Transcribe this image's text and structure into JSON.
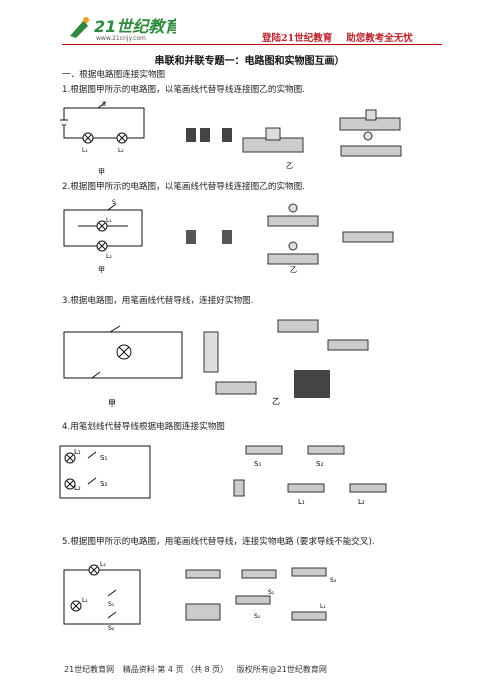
{
  "header": {
    "logo_text": "21世纪教育",
    "logo_url": "www.21cnjy.com",
    "slogan_left": "登陆21世纪教育",
    "slogan_right": "助您教考全无忧"
  },
  "title": "串联和并联专题一：电路图和实物图互画）",
  "section1": "一．根据电路图连接实物图",
  "q1": "1.根据图甲所示的电路图，以笔画线代替导线连接图乙的实物图.",
  "q2": "2.根据图甲所示的电路图，以笔画线代替导线连接图乙的实物图.",
  "q3": "3.根据电路图，用笔画线代替导线，连接好实物图.",
  "q4": "4.用笔划线代替导线根据电路图连接实物图",
  "q5": "5.根据图甲所示的电路图，用笔画线代替导线，连接实物电路 (要求导线不能交叉).",
  "labels": {
    "jia": "甲",
    "yi": "乙",
    "S": "S",
    "L1": "L₁",
    "L2": "L₂",
    "S1": "S₁",
    "S2": "S₂",
    "S3": "S₃"
  },
  "footer": {
    "left": "21世纪教育网",
    "mid": "精品资料·第 4 页 （共 8 页）",
    "right": "版权所有@21世纪教育网"
  },
  "colors": {
    "accent": "#c0202a",
    "logo_green": "#2e8b3d"
  }
}
